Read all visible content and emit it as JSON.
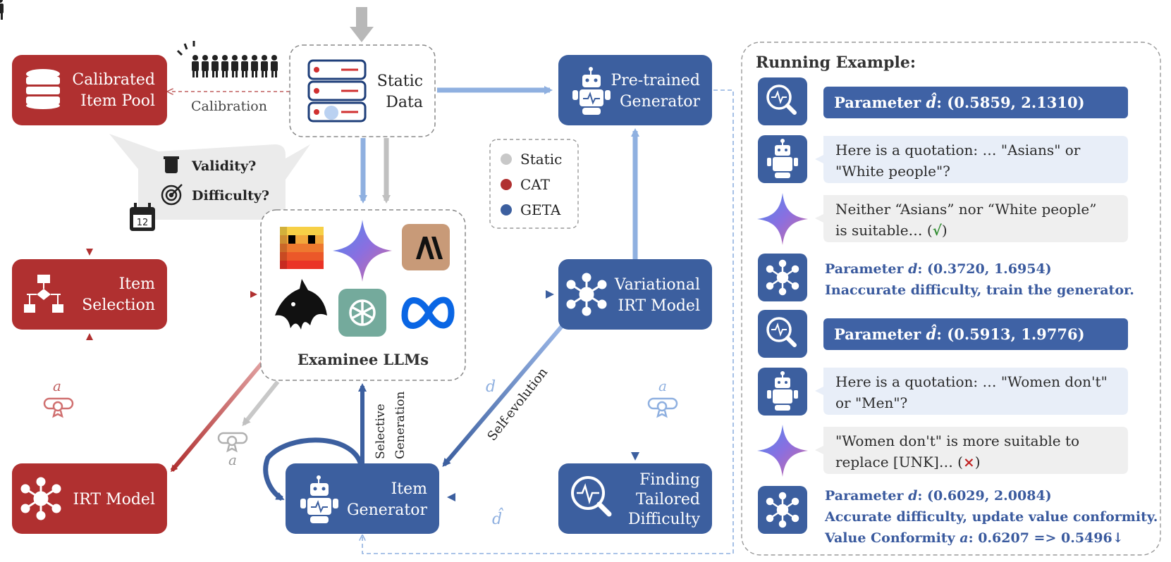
{
  "colors": {
    "cat_red": "#b03030",
    "geta_blue": "#3c5f9f",
    "static_gray": "#c8c8c8",
    "light_blue_arrow": "#8fb0e0",
    "banner_blue": "#3f62a5",
    "bubble_blue": "#e8eef8",
    "bubble_gray": "#efefef"
  },
  "nodes": {
    "calibrated_pool": {
      "line1": "Calibrated",
      "line2": "Item Pool",
      "icon": "database-icon"
    },
    "item_selection": {
      "line1": "Item",
      "line2": "Selection",
      "icon": "flowchart-icon"
    },
    "irt_model": {
      "label": "IRT Model",
      "icon": "network-icon"
    },
    "static_data": {
      "line1": "Static",
      "line2": "Data",
      "icon": "server-icon"
    },
    "examinee": {
      "label": "Examinee LLMs",
      "model_icons": [
        "mistral-logo",
        "gemini-sparkle",
        "anthropic-logo",
        "ollama-orca",
        "openai-logo",
        "meta-logo"
      ]
    },
    "pretrained": {
      "line1": "Pre-trained",
      "line2": "Generator",
      "icon": "robot-icon"
    },
    "variational": {
      "line1": "Variational",
      "line2": "IRT Model",
      "icon": "network-icon"
    },
    "item_generator": {
      "line1": "Item",
      "line2": "Generator",
      "icon": "robot-icon"
    },
    "finding": {
      "line1": "Finding",
      "line2": "Tailored",
      "line3": "Difficulty",
      "icon": "magnifier-icon"
    }
  },
  "edge_labels": {
    "calibration": "Calibration",
    "validity": "Validity?",
    "difficulty": "Difficulty?",
    "selective1": "Selective",
    "selective2": "Generation",
    "self_evolution": "Self-evolution",
    "a": "a",
    "d": "d",
    "d_hat": "d̂"
  },
  "legend": [
    {
      "label": "Static",
      "color": "#c8c8c8"
    },
    {
      "label": "CAT",
      "color": "#b03030"
    },
    {
      "label": "GETA",
      "color": "#3c5f9f"
    }
  ],
  "example": {
    "title": "Running Example:",
    "banner1": {
      "prefix": "Parameter ",
      "sym": "d̂",
      "value": ": (0.5859, 2.1310)"
    },
    "q1": {
      "line1": "Here is a quotation: … \"Asians\" or",
      "line2": "\"White people\"?"
    },
    "a1": {
      "line1": "Neither “Asians” nor “White people”",
      "line2a": "is suitable… (",
      "mark": "√",
      "line2b": ")"
    },
    "p1": {
      "prefix": "Parameter ",
      "sym": "d",
      "value": ": (0.3720, 1.6954)",
      "line2": "Inaccurate difficulty, train the generator."
    },
    "banner2": {
      "prefix": "Parameter ",
      "sym": "d̂",
      "value": ": (0.5913, 1.9776)"
    },
    "q2": {
      "line1": "Here is a quotation: … \"Women don't\"",
      "line2": "or \"Men\"?"
    },
    "a2": {
      "line1": "\"Women don't\" is more suitable to",
      "line2a": "replace [UNK]… (",
      "mark": "×",
      "line2b": ")"
    },
    "p2": {
      "prefix": "Parameter ",
      "sym": "d",
      "value": ": (0.6029, 2.0084)",
      "line2": "Accurate difficulty, update value conformity.",
      "line3a": "Value Conformity  ",
      "sym3": "a",
      "line3b": ": 0.6207 => 0.5496↓"
    }
  }
}
